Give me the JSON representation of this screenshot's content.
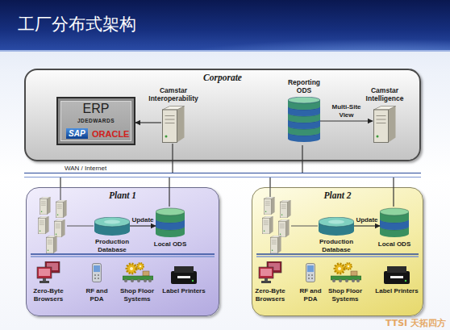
{
  "diagram": {
    "title": "工厂分布式架构",
    "nodes": [
      {
        "text": [
          "Corporate"
        ]
      },
      {
        "text": [
          "ERP",
          "JDEDWARDS",
          "SAP",
          "ORACLE"
        ],
        "in": 0
      },
      {
        "text": [
          "Camstar Interoperability"
        ],
        "in": 0
      },
      {
        "text": [
          "Reporting ODS"
        ],
        "in": 0
      },
      {
        "text": [
          "Camstar Intelligence"
        ],
        "in": 0
      },
      {
        "text": [
          "WAN / Internet"
        ]
      },
      {
        "text": [
          "Plant 1"
        ]
      },
      {
        "text": [
          "Production Database"
        ],
        "in": 6
      },
      {
        "text": [
          "Local ODS"
        ],
        "in": 6
      },
      {
        "text": [
          "Plant 2"
        ]
      },
      {
        "text": [
          "Production Database"
        ],
        "in": 9
      },
      {
        "text": [
          "Local ODS"
        ],
        "in": 9
      }
    ],
    "edges": [
      {
        "from": 2,
        "to": 1,
        "arrow": "to"
      },
      {
        "from": 3,
        "to": 4,
        "label": "Multi-Site View",
        "arrow": "to"
      },
      {
        "from": 2,
        "to": 5,
        "arrow": "none"
      },
      {
        "from": 3,
        "to": 5,
        "arrow": "none"
      },
      {
        "from": 5,
        "to": 6,
        "arrow": "none"
      },
      {
        "from": 5,
        "to": 8,
        "arrow": "none"
      },
      {
        "from": 5,
        "to": 9,
        "arrow": "none"
      },
      {
        "from": 5,
        "to": 11,
        "arrow": "none"
      },
      {
        "from": 7,
        "to": 8,
        "label": "Update",
        "arrow": "to"
      },
      {
        "from": 10,
        "to": 11,
        "label": "Update",
        "arrow": "to"
      }
    ],
    "labels": [
      "Zero-Byte Browsers",
      "RF and PDA",
      "Shop Floor Systems",
      "Label Printers",
      "Zero-Byte Browsers",
      "RF and PDA",
      "Shop Floor Systems",
      "Label Printers",
      "TTSI 天拓四方"
    ]
  }
}
